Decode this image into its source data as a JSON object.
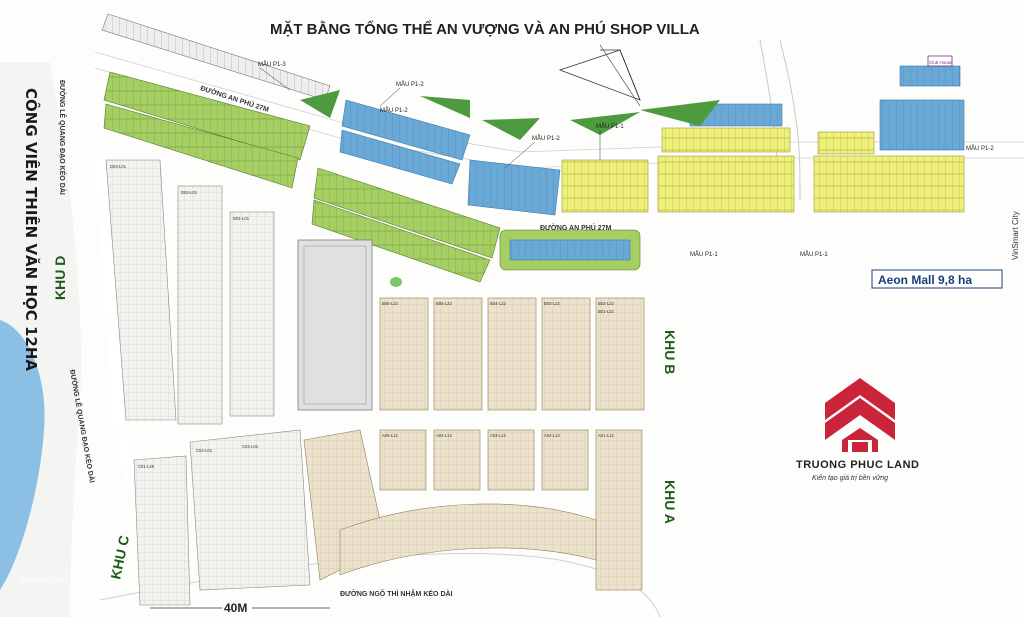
{
  "title": "MẶT BẰNG TỔNG THỂ AN VƯỢNG VÀ AN PHÚ SHOP VILLA",
  "park": "CÔNG VIÊN THIÊN VĂN HỌC 12HA",
  "roads": {
    "an_phu_top": "ĐƯỜNG AN PHÚ 27M",
    "an_phu_mid": "ĐƯỜNG AN PHÚ 27M",
    "le_quang_dao_top": "ĐƯỜNG LÊ QUANG ĐẠO KÉO DÀI",
    "le_quang_dao_mid": "ĐƯỜNG LÊ QUANG ĐẠO KÉO DÀI",
    "ngo_thi_nham": "ĐƯỜNG NGÔ THÌ NHẬM KÉO DÀI",
    "width_40m": "40M"
  },
  "zones": {
    "a": "KHU A",
    "b": "KHU B",
    "c": "KHU C",
    "d": "KHU D"
  },
  "templates": {
    "p1_3": "MẪU P1-3",
    "p1_2_a": "MẪU P1-2",
    "p1_2_b": "MẪU P1-2",
    "p1_1_a": "MẪU P1-1",
    "p1_2_right": "MẪU P1-2",
    "p1_1_b": "MẪU P1-1",
    "p1_1_c": "MẪU P1-1"
  },
  "aeon": "Aeon Mall 9,8 ha",
  "vinsmart": "VinSmart City",
  "club_house": "Club House",
  "brand": {
    "name": "TRUONG PHUC LAND",
    "slogan": "Kiến tạo giá trị bền vững"
  },
  "watermark": "batdongsan",
  "blocks": {
    "b": [
      "B06-L22",
      "B05-L22",
      "B04-L22",
      "B03-L22",
      "B02-L22",
      "B01-L22"
    ],
    "a": [
      "A05-L12",
      "A04-L12",
      "A03-L12",
      "A02-L12",
      "A01-L12"
    ],
    "d": [
      "D03-L01",
      "D02-L01",
      "D01-L01"
    ],
    "c": [
      "C01-L49",
      "C02-L01",
      "C03-L01"
    ]
  },
  "colors": {
    "green": "#a6cf63",
    "blue": "#6aa9d6",
    "yellow": "#eef07a",
    "beige": "#eadfc6",
    "park": "#8bbfe4",
    "road": "#ffffff",
    "brand_red": "#c9243a"
  }
}
